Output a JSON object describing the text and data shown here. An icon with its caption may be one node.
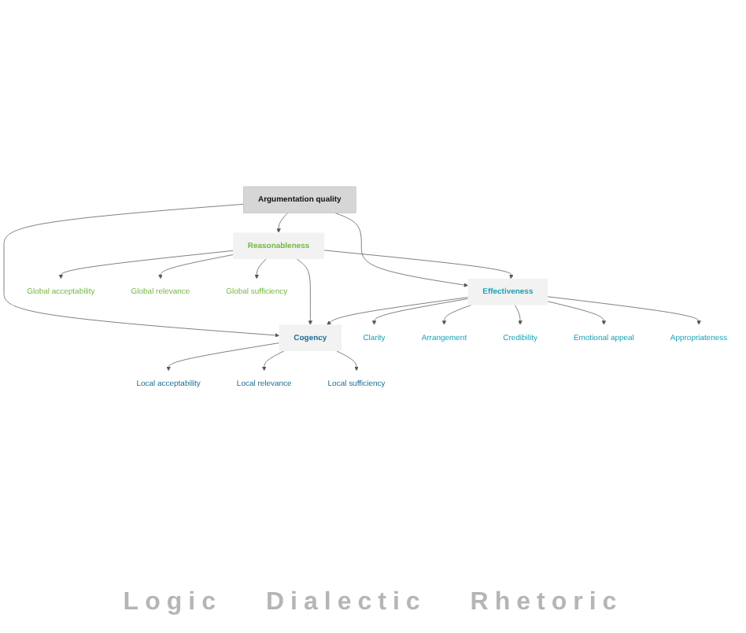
{
  "diagram": {
    "nodes": [
      {
        "text": [
          "Argumentation quality"
        ]
      },
      {
        "text": [
          "Cogency"
        ]
      },
      {
        "text": [
          "Reasonableness"
        ]
      },
      {
        "text": [
          "Effectiveness"
        ]
      },
      {
        "text": [
          "Local acceptability"
        ]
      },
      {
        "text": [
          "Local relevance"
        ]
      },
      {
        "text": [
          "Local sufficiency"
        ]
      },
      {
        "text": [
          "Global acceptability"
        ]
      },
      {
        "text": [
          "Global relevance"
        ]
      },
      {
        "text": [
          "Global sufficiency"
        ]
      },
      {
        "text": [
          "Clarity"
        ]
      },
      {
        "text": [
          "Arrangement"
        ]
      },
      {
        "text": [
          "Credibility"
        ]
      },
      {
        "text": [
          "Emotional appeal"
        ]
      },
      {
        "text": [
          "Appropriateness"
        ]
      }
    ],
    "edges": [
      {
        "from": 0,
        "to": 1,
        "arrow": "to"
      },
      {
        "from": 0,
        "to": 2,
        "arrow": "to"
      },
      {
        "from": 0,
        "to": 3,
        "arrow": "to"
      },
      {
        "from": 1,
        "to": 4,
        "arrow": "to"
      },
      {
        "from": 1,
        "to": 5,
        "arrow": "to"
      },
      {
        "from": 1,
        "to": 6,
        "arrow": "to"
      },
      {
        "from": 2,
        "to": 7,
        "arrow": "to"
      },
      {
        "from": 2,
        "to": 8,
        "arrow": "to"
      },
      {
        "from": 2,
        "to": 9,
        "arrow": "to"
      },
      {
        "from": 3,
        "to": 10,
        "arrow": "to"
      },
      {
        "from": 3,
        "to": 11,
        "arrow": "to"
      },
      {
        "from": 3,
        "to": 12,
        "arrow": "to"
      },
      {
        "from": 3,
        "to": 13,
        "arrow": "to"
      },
      {
        "from": 3,
        "to": 14,
        "arrow": "to"
      },
      {
        "from": 2,
        "to": 1,
        "arrow": "to"
      },
      {
        "from": 3,
        "to": 1,
        "arrow": "to"
      },
      {
        "from": 2,
        "to": 3,
        "arrow": "to"
      }
    ],
    "labels": [
      "Logic",
      "Dialectic",
      "Rhetoric"
    ]
  }
}
